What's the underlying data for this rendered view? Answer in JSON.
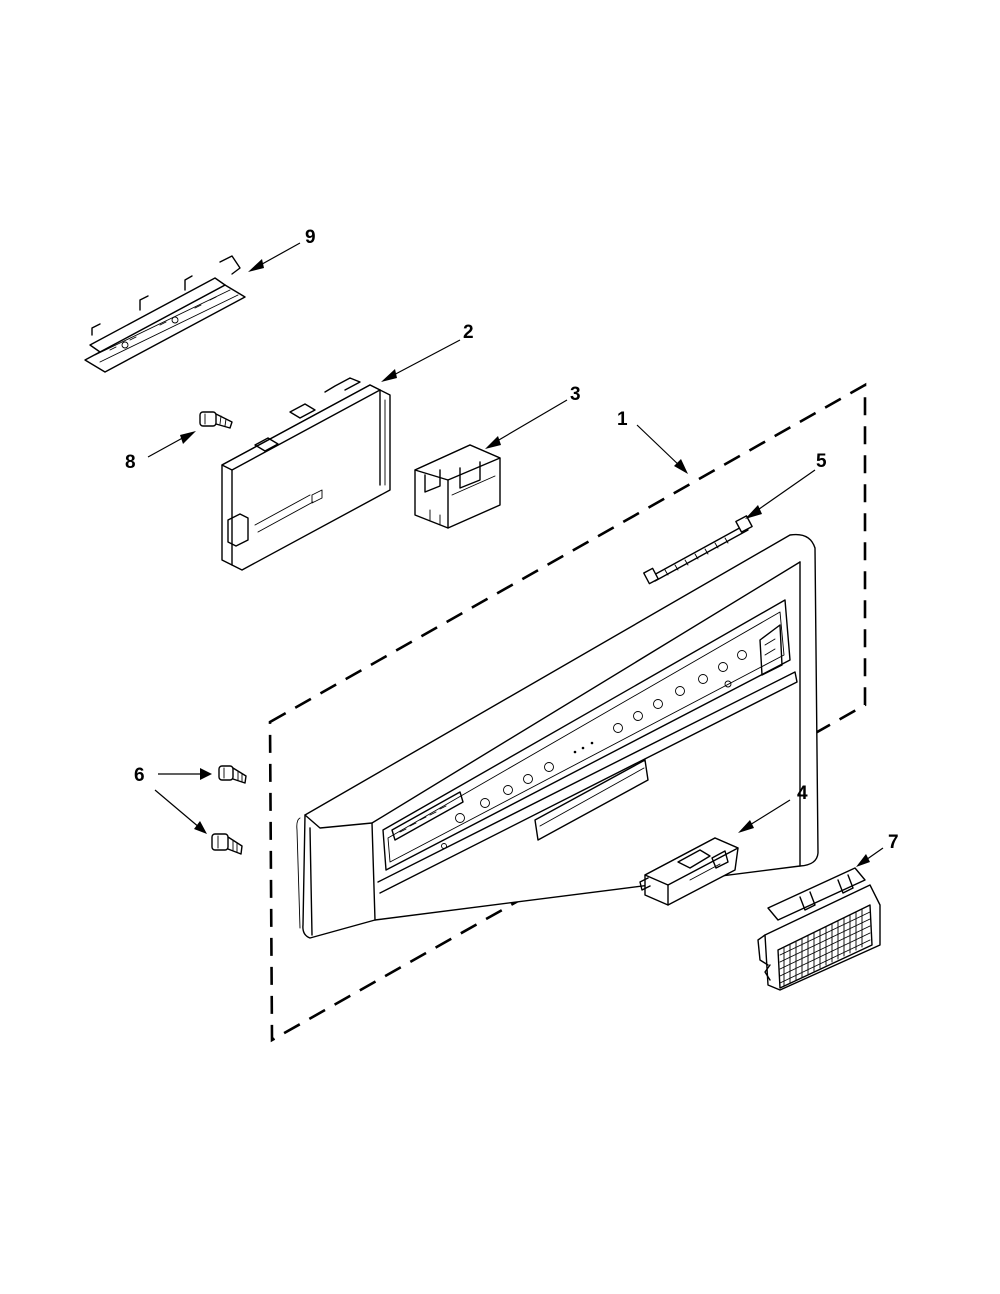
{
  "callouts": [
    {
      "id": "1",
      "label": "1",
      "part": "console-panel"
    },
    {
      "id": "2",
      "label": "2",
      "part": "control-board"
    },
    {
      "id": "3",
      "label": "3",
      "part": "bracket-housing"
    },
    {
      "id": "4",
      "label": "4",
      "part": "door-latch"
    },
    {
      "id": "5",
      "label": "5",
      "part": "wire-harness"
    },
    {
      "id": "6",
      "label": "6",
      "part": "screws"
    },
    {
      "id": "7",
      "label": "7",
      "part": "vent-grille"
    },
    {
      "id": "8",
      "label": "8",
      "part": "screw"
    },
    {
      "id": "9",
      "label": "9",
      "part": "user-interface-bracket"
    }
  ]
}
